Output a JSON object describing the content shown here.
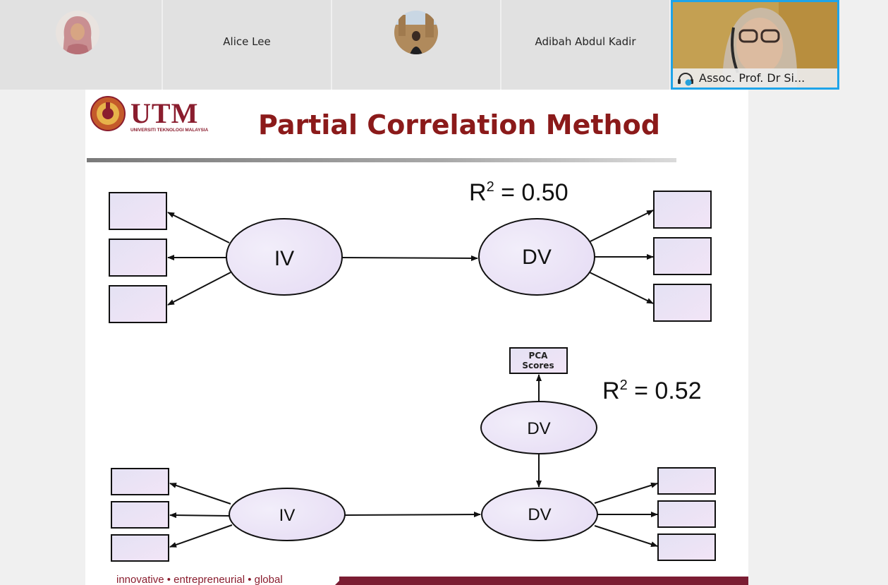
{
  "meeting": {
    "participants": [
      {
        "name": "",
        "avatar": "avatar-photo"
      },
      {
        "name": "Alice Lee"
      },
      {
        "name": "",
        "avatar": "avatar-photo"
      },
      {
        "name": "Adibah Abdul Kadir"
      },
      {
        "name": "Assoc. Prof. Dr Si...",
        "active_speaker": true
      }
    ],
    "active_speaker_color": "#1ea4e9"
  },
  "slide": {
    "logo_text": "UTM",
    "logo_subtext": "UNIVERSITI TEKNOLOGI MALAYSIA",
    "title": "Partial Correlation Method",
    "footer": "innovative • entrepreneurial • global",
    "colors": {
      "brand": "#8b1a1a",
      "node_fill": "#ece4f6"
    },
    "diagram_top": {
      "r2_label": "R",
      "r2_sup": "2",
      "r2_value": " = 0.50",
      "nodes": {
        "iv": "IV",
        "dv": "DV"
      }
    },
    "diagram_bottom": {
      "r2_label": "R",
      "r2_sup": "2",
      "r2_value": " = 0.52",
      "nodes": {
        "iv": "IV",
        "dv_upper": "DV",
        "dv_lower": "DV"
      },
      "pca_line1": "PCA",
      "pca_line2": "Scores"
    }
  }
}
